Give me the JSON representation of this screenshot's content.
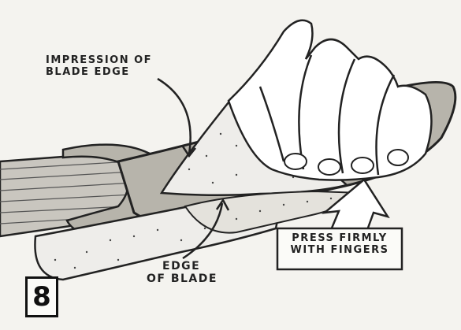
{
  "labels": {
    "impression_line1": "IMPRESSION OF",
    "impression_line2": "BLADE EDGE",
    "edge_line1": "EDGE",
    "edge_line2": "OF BLADE",
    "press_line1": "PRESS FIRMLY",
    "press_line2": "WITH FINGERS"
  },
  "step_number": "8",
  "colors": {
    "ink": "#222222",
    "blade": "#b7b4ab",
    "paper": "#eeedea",
    "skin": "#ffffff",
    "background": "#f4f3ef"
  }
}
